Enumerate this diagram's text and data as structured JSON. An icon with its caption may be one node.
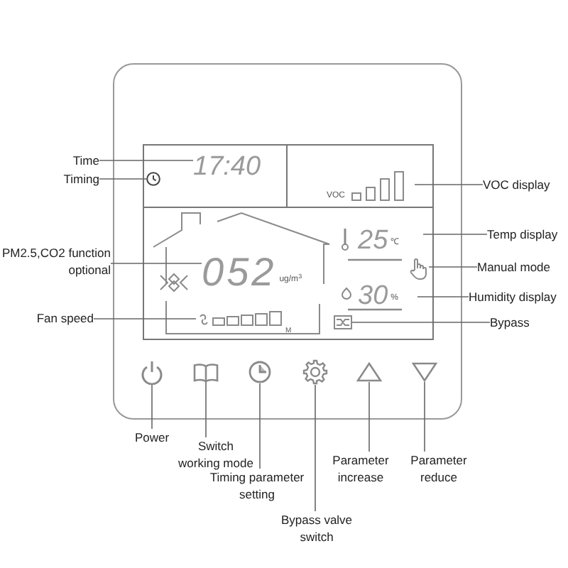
{
  "diagram": {
    "nodes": [
      {
        "text": [
          "Time"
        ]
      },
      {
        "text": [
          "17:40"
        ]
      },
      {
        "text": [
          "Timing"
        ]
      },
      {
        "text": [],
        "shape": "clock"
      },
      {
        "text": [
          "PM2.5,CO2 function optional"
        ]
      },
      {
        "text": [
          "052"
        ],
        "beside": [
          "ug/m$^{3}$"
        ]
      },
      {
        "text": [
          "Fan speed"
        ]
      },
      {
        "text": [],
        "shape": "bar"
      },
      {
        "text": [
          "VOC display"
        ]
      },
      {
        "text": [
          "VOC"
        ]
      },
      {
        "text": [
          "Temp display"
        ]
      },
      {
        "text": [
          "25"
        ],
        "beside": [
          "℃"
        ]
      },
      {
        "text": [
          "Manual mode"
        ]
      },
      {
        "text": [],
        "shape": "hand"
      },
      {
        "text": [
          "Humidity display"
        ]
      },
      {
        "text": [
          "30"
        ],
        "beside": [
          "%"
        ]
      },
      {
        "text": [
          "Bypass"
        ]
      },
      {
        "text": [],
        "shape": "box"
      },
      {
        "text": [],
        "shape": "power"
      },
      {
        "text": [
          "Power"
        ]
      },
      {
        "text": [],
        "shape": "book"
      },
      {
        "text": [
          "Switch working mode"
        ]
      },
      {
        "text": [],
        "shape": "timer"
      },
      {
        "text": [
          "Timing parameter setting"
        ]
      },
      {
        "text": [],
        "shape": "gear"
      },
      {
        "text": [
          "Bypass valve switch"
        ]
      },
      {
        "text": [],
        "shape": "triangle"
      },
      {
        "text": [
          "Parameter increase"
        ]
      },
      {
        "text": [],
        "shape": "triangle"
      },
      {
        "text": [
          "Parameter reduce"
        ]
      }
    ],
    "edges": [
      {
        "from": 0,
        "to": 1,
        "arrow": "none"
      },
      {
        "from": 2,
        "to": 3,
        "arrow": "none"
      },
      {
        "from": 4,
        "to": 5,
        "arrow": "none"
      },
      {
        "from": 6,
        "to": 7,
        "arrow": "none"
      },
      {
        "from": 8,
        "to": 9,
        "arrow": "none"
      },
      {
        "from": 10,
        "to": 11,
        "arrow": "none"
      },
      {
        "from": 12,
        "to": 13,
        "arrow": "none"
      },
      {
        "from": 14,
        "to": 15,
        "arrow": "none"
      },
      {
        "from": 16,
        "to": 17,
        "arrow": "none"
      },
      {
        "from": 19,
        "to": 18,
        "arrow": "none"
      },
      {
        "from": 21,
        "to": 20,
        "arrow": "none"
      },
      {
        "from": 23,
        "to": 22,
        "arrow": "none"
      },
      {
        "from": 25,
        "to": 24,
        "arrow": "none"
      },
      {
        "from": 27,
        "to": 26,
        "arrow": "none"
      },
      {
        "from": 29,
        "to": 28,
        "arrow": "none"
      }
    ],
    "labels": [
      "M"
    ]
  }
}
